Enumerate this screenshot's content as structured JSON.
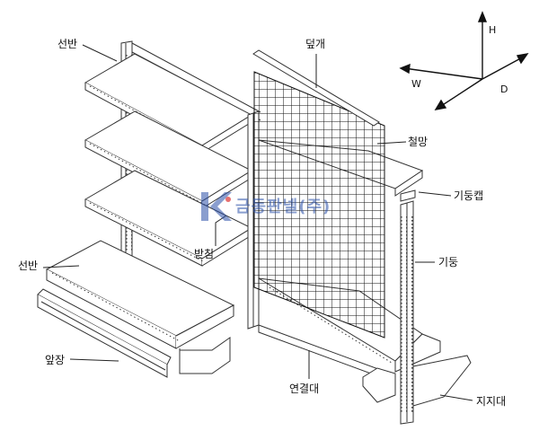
{
  "labels": {
    "shelf_top": "선반",
    "cover": "덮개",
    "wire_mesh": "철망",
    "post_cap": "기둥캡",
    "bracket": "받침",
    "post": "기둥",
    "shelf_bottom": "선반",
    "front_strip": "앞장",
    "connector": "연결대",
    "support": "지지대"
  },
  "axes": {
    "h": "H",
    "w": "W",
    "d": "D"
  },
  "watermark": {
    "text": "금동판넬(주)"
  },
  "colors": {
    "line": "#333333",
    "watermark": "#2a4fa8"
  }
}
